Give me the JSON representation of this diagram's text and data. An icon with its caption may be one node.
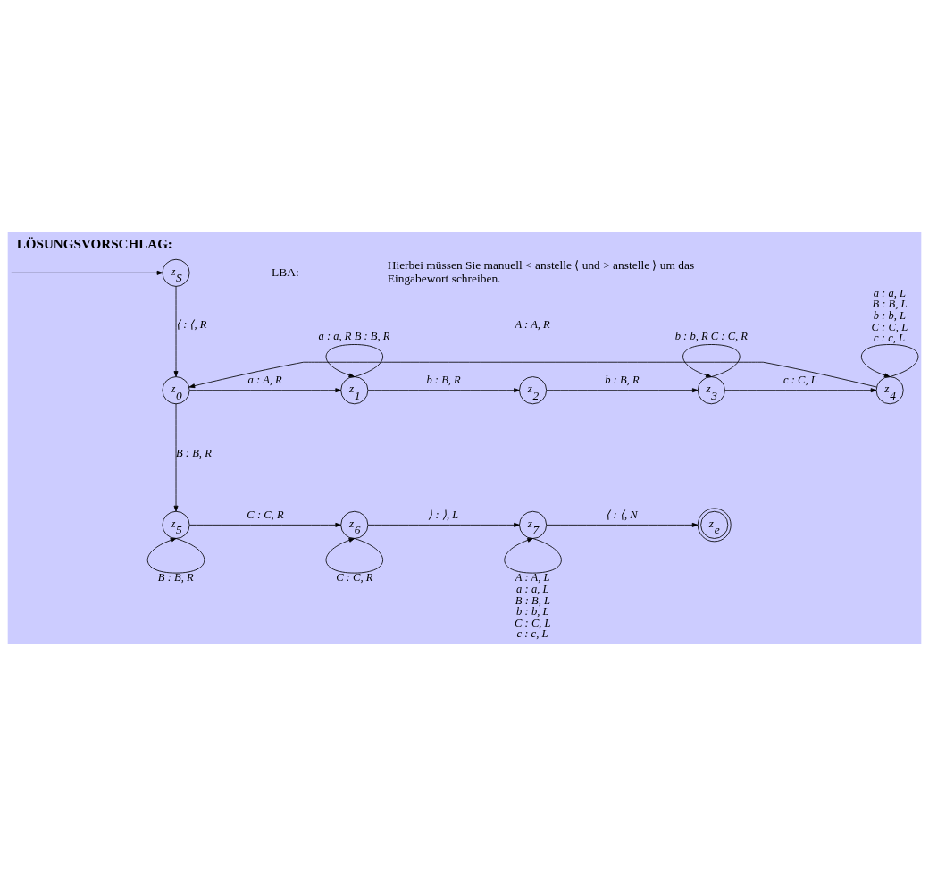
{
  "diagram": {
    "title": "LÖSUNGSVORSCHLAG:",
    "nodes": [
      {
        "text": [
          "z$_{S}$"
        ]
      },
      {
        "text": [
          "z$_{0}$"
        ]
      },
      {
        "text": [
          "z$_{1}$"
        ]
      },
      {
        "text": [
          "z$_{2}$"
        ]
      },
      {
        "text": [
          "z$_{3}$"
        ]
      },
      {
        "text": [
          "z$_{4}$"
        ]
      },
      {
        "text": [
          "z$_{5}$"
        ]
      },
      {
        "text": [
          "z$_{6}$"
        ]
      },
      {
        "text": [
          "z$_{7}$"
        ]
      },
      {
        "text": [
          "z$_{e}$"
        ]
      }
    ],
    "edges": [
      {
        "from": null,
        "to": 0,
        "arrow": "to"
      },
      {
        "from": 0,
        "to": 1,
        "arrow": "to",
        "label": "⟨ : ⟨, R"
      },
      {
        "from": 1,
        "to": 2,
        "arrow": "to",
        "label": "a : A, R"
      },
      {
        "from": 2,
        "to": 2,
        "arrow": "to",
        "label": "a : a, R B : B, R"
      },
      {
        "from": 2,
        "to": 3,
        "arrow": "to",
        "label": "b : B, R"
      },
      {
        "from": 3,
        "to": 4,
        "arrow": "to",
        "label": "b : B, R"
      },
      {
        "from": 4,
        "to": 4,
        "arrow": "to",
        "label": "b : b, R C : C, R"
      },
      {
        "from": 4,
        "to": 5,
        "arrow": "to",
        "label": "c : C, L"
      },
      {
        "from": 5,
        "to": 5,
        "arrow": "to",
        "label": "a : a, L B : B, L b : b, L C : C, L c : c, L"
      },
      {
        "from": 5,
        "to": 1,
        "arrow": "to",
        "label": "A : A, R"
      },
      {
        "from": 1,
        "to": 6,
        "arrow": "to",
        "label": "B : B, R"
      },
      {
        "from": 6,
        "to": 6,
        "arrow": "to",
        "label": "B : B, R"
      },
      {
        "from": 6,
        "to": 7,
        "arrow": "to",
        "label": "C : C, R"
      },
      {
        "from": 7,
        "to": 7,
        "arrow": "to",
        "label": "C : C, R"
      },
      {
        "from": 7,
        "to": 8,
        "arrow": "to",
        "label": "⟩ : ⟩, L"
      },
      {
        "from": 8,
        "to": 8,
        "arrow": "to",
        "label": "A : A, L a : a, L B : B, L b : b, L C : C, L c : c, L"
      },
      {
        "from": 8,
        "to": 9,
        "arrow": "to",
        "label": "⟨ : ⟨, N"
      }
    ],
    "labels": [
      "LBA:",
      "Hierbei müssen Sie manuell < anstelle ⟨ und > anstelle ⟩ um das Eingabewort schreiben."
    ]
  }
}
